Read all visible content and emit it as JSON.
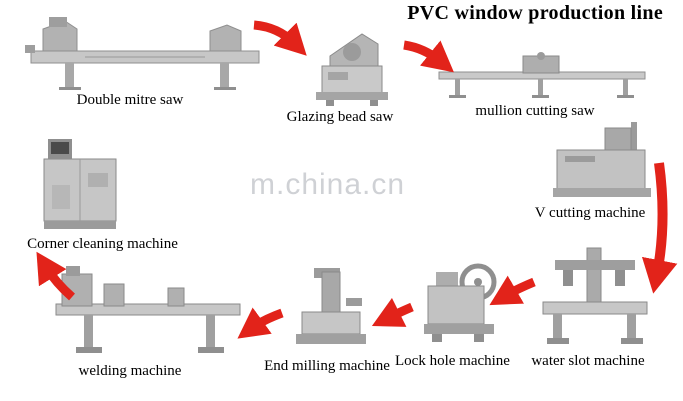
{
  "title": "PVC window production line",
  "watermark": "m.china.cn",
  "machines": [
    {
      "id": "double-mitre-saw",
      "label": "Double mitre saw"
    },
    {
      "id": "glazing-bead-saw",
      "label": "Glazing bead saw"
    },
    {
      "id": "mullion-cutting-saw",
      "label": "mullion cutting saw"
    },
    {
      "id": "v-cutting-machine",
      "label": "V cutting machine"
    },
    {
      "id": "corner-cleaning-machine",
      "label": "Corner cleaning machine"
    },
    {
      "id": "welding-machine",
      "label": "welding machine"
    },
    {
      "id": "end-milling-machine",
      "label": "End milling machine"
    },
    {
      "id": "lock-hole-machine",
      "label": "Lock hole machine"
    },
    {
      "id": "water-slot-machine",
      "label": "water slot machine"
    }
  ],
  "flow": [
    "Double mitre saw",
    "Glazing bead saw",
    "mullion cutting saw",
    "V cutting machine",
    "water slot machine",
    "Lock hole machine",
    "End milling machine",
    "welding machine",
    "Corner cleaning machine"
  ],
  "colors": {
    "arrow": "#e2231a",
    "label_text": "#000000",
    "background": "#ffffff",
    "machine_gray": "#c6c6c6"
  }
}
